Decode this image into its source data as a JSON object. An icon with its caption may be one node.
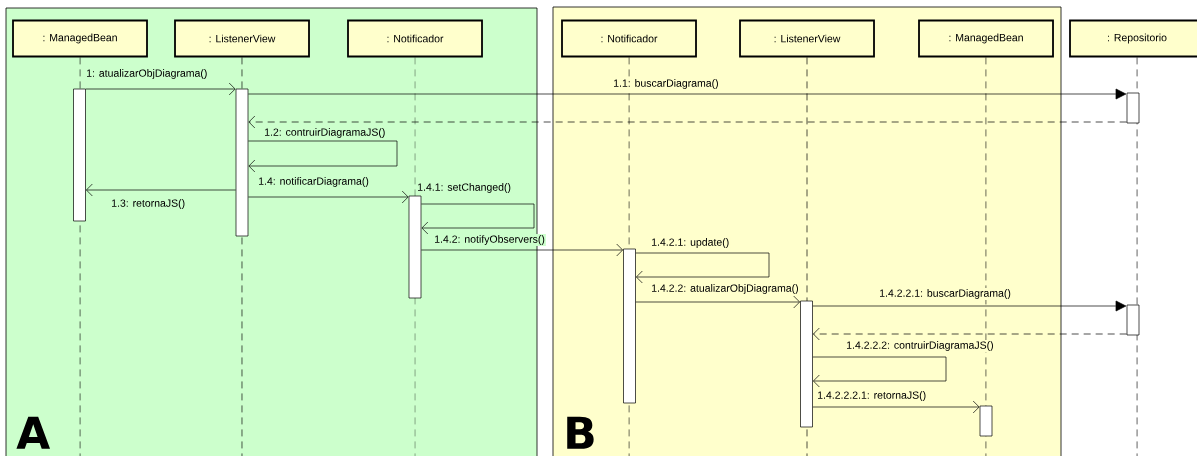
{
  "diagram": {
    "nodes": [
      {
        "text": [
          "A"
        ]
      },
      {
        "text": [
          ": ManagedBean"
        ],
        "in": 0
      },
      {
        "text": [
          ": ListenerView"
        ],
        "in": 0
      },
      {
        "text": [
          ": Notificador"
        ],
        "in": 0
      },
      {
        "text": [
          "B"
        ]
      },
      {
        "text": [
          ": Notificador"
        ],
        "in": 4
      },
      {
        "text": [
          ": ListenerView"
        ],
        "in": 4
      },
      {
        "text": [
          ": ManagedBean"
        ],
        "in": 4
      },
      {
        "text": [
          ": Repositorio"
        ]
      },
      {
        "text": [],
        "shape": "bar",
        "in": 0
      },
      {
        "text": [],
        "shape": "bar",
        "in": 0
      },
      {
        "text": [],
        "shape": "bar",
        "in": 0
      },
      {
        "text": [],
        "shape": "bar"
      },
      {
        "text": [],
        "shape": "bar",
        "in": 4
      },
      {
        "text": [],
        "shape": "bar",
        "in": 4
      },
      {
        "text": [],
        "shape": "bar"
      },
      {
        "text": [],
        "shape": "bar",
        "in": 4
      }
    ],
    "edges": [
      {
        "from": 9,
        "to": 10,
        "arrow": "to",
        "label": "1: atualizarObjDiagrama()"
      },
      {
        "from": 10,
        "to": 12,
        "arrow": "to",
        "label": "1.1: buscarDiagrama()"
      },
      {
        "from": 12,
        "to": 10,
        "arrow": "to",
        "style": "dashed"
      },
      {
        "from": 10,
        "to": 10,
        "arrow": "to",
        "label": "1.2: contruirDiagramaJS()"
      },
      {
        "from": 10,
        "to": 9,
        "arrow": "to",
        "label": "1.3: retornaJS()"
      },
      {
        "from": 10,
        "to": 11,
        "arrow": "to",
        "label": "1.4: notificarDiagrama()"
      },
      {
        "from": 11,
        "to": 11,
        "arrow": "to",
        "label": "1.4.1: setChanged()"
      },
      {
        "from": 11,
        "to": 13,
        "arrow": "to",
        "label": "1.4.2: notifyObservers()"
      },
      {
        "from": 13,
        "to": 13,
        "arrow": "to",
        "label": "1.4.2.1: update()"
      },
      {
        "from": 13,
        "to": 14,
        "arrow": "to",
        "label": "1.4.2.2: atualizarObjDiagrama()"
      },
      {
        "from": 14,
        "to": 15,
        "arrow": "to",
        "label": "1.4.2.2.1: buscarDiagrama()"
      },
      {
        "from": 15,
        "to": 14,
        "arrow": "to",
        "style": "dashed"
      },
      {
        "from": 14,
        "to": 14,
        "arrow": "to",
        "label": "1.4.2.2.2: contruirDiagramaJS()"
      },
      {
        "from": 14,
        "to": 16,
        "arrow": "to",
        "label": "1.4.2.2.2.1: retornaJS()"
      }
    ]
  }
}
